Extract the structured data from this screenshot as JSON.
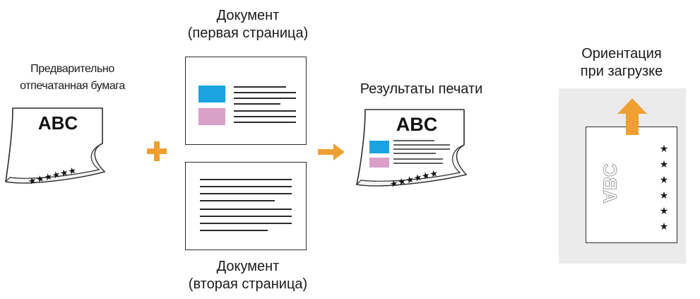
{
  "preprinted": {
    "label_line1": "Предварительно",
    "label_line2": "отпечатанная бумага",
    "sheet_text": "ABC",
    "stars": "★★★★★★"
  },
  "plus_sign": "+",
  "document_first": {
    "label_line1": "Документ",
    "label_line2": "(первая страница)"
  },
  "document_second": {
    "label_line1": "Документ",
    "label_line2": "(вторая страница)"
  },
  "result": {
    "label": "Результаты печати",
    "sheet_text": "ABC"
  },
  "loading": {
    "label_line1": "Ориентация",
    "label_line2": "при загрузке",
    "sheet_text": "ABC",
    "stars": [
      "★",
      "★",
      "★",
      "★",
      "★",
      "★"
    ]
  },
  "colors": {
    "accent_orange": "#f0a030",
    "block_blue": "#1aa3e0",
    "block_pink": "#d9a0c8",
    "panel_gray": "#ebebeb",
    "outline": "#2b2b2b"
  },
  "icons": {
    "plus": "plus-icon",
    "arrow": "right-arrow-icon",
    "upload": "up-arrow-icon"
  }
}
